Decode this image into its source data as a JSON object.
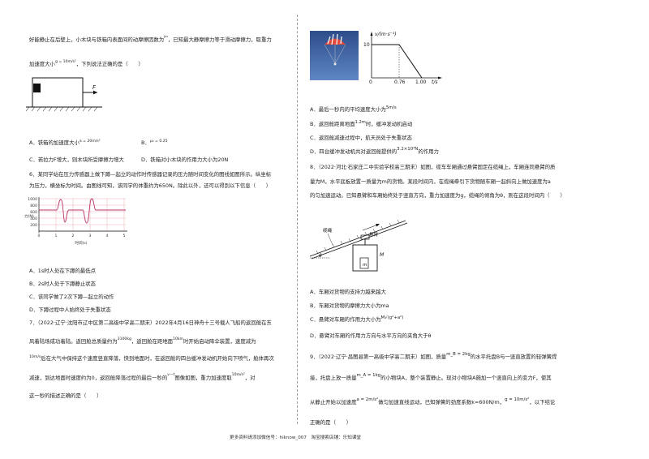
{
  "left": {
    "cont": {
      "l1a": "好能静止在后壁上，小木块与铁箱内表面间的动摩擦因数为",
      "mu1": "μ₁",
      "l1b": "，已知最大静摩擦力等于滑动摩擦力，取重力",
      "l2a": "加速度大小",
      "g": "g = 10m/s²",
      "l2b": "，下列说法正确的是（　　）",
      "F": "F",
      "optA": "A．铁箱的加速度大小",
      "optA_val": "a = 20m/s²",
      "optB": "B．",
      "optB_val": "μ₂ = 0.25",
      "optC": "C．若拉力F增大，则木块所受摩擦力增大",
      "optD": "D．铁箱对小木块的作用力大小为20N"
    },
    "q6": {
      "l1": "6．某同学站在压力传感器上做下蹲—起立的动作时传感器记录的压力随时间变化的图线如图所示。纵坐标",
      "l2": "为压力，横坐标为时间。由图线可知，该同学的体重约为650N。除此以外，还可以得到以下信息（　　）",
      "chart_y": "力(N)",
      "chart_x": "时间(s)",
      "ticks_y": [
        "1000",
        "800",
        "600",
        "400",
        "200"
      ],
      "ticks_x": [
        "0",
        "1",
        "2",
        "3",
        "4",
        "5"
      ],
      "optA": "A．1s时人处在下蹲的最低点",
      "optB": "B．2s时人处于下蹲静止状态",
      "optC": "C．该同学做了2次下蹲—起立的动作",
      "optD": "D．下蹲过程中人始终处于失重状态"
    },
    "q7": {
      "l1a": "7．（2022·辽宁·沈阳市辽中区第二高级中学高二期末）2022年4月16日神舟十三号载人飞船的返回舱在东",
      "l2a": "风着陆场成功着陆。返回舱总质量约为",
      "mass": "3100kg",
      "l2b": "，返回舱在距地面",
      "dist": "10km",
      "l2c": "时开始启动降伞装置，速度减为",
      "l3a": "10m/s",
      "l3b": "后在大气中保持这个速度竖直降落，快到地面时，在返回舱的四台缓冲发动机开始向下喷气，舱体再次",
      "l4a": "减速，到达地面时速度约为0，返回舱降落过程的最后一秒的",
      "vt": "v－t",
      "l4b": "图像如图，重力加速度取",
      "gval": "10m/s²",
      "l4c": "，对",
      "l5": "这一秒的描述正确的是（　　）"
    },
    "footer": "更多资料请添加微信号：hiknow_007　淘宝搜索店铺：乐知课堂"
  },
  "right": {
    "vt": {
      "ylabel": "v/(m·s⁻¹)",
      "y10": "10",
      "x0": "0",
      "x076": "0.76",
      "x100": "1.00",
      "xlabel": "t/s"
    },
    "q7opts": {
      "optA_a": "A．最后一秒内的平均速度大小为",
      "optA_v": "5m/s",
      "optB_a": "B．返回舱距离地面",
      "optB_v": "1.2m",
      "optB_b": "时，缓冲发动机启动",
      "optC": "C．返回舱减速过程中，航天员处于失重状态",
      "optD_a": "D．四台缓冲发动机共对返回舱提供的",
      "optD_v": "3.2×10⁴N",
      "optD_b": "的作用力"
    },
    "q8": {
      "l1": "8．（2022·河北·石家庄二中实验学校高三期末）如图，缆车车厢通过悬臂固定在缆绳上，车厢连同悬臂的质",
      "l2": "量为M，水平底板放置一质量为m的货物。某段时间内，在缆绳牵引下货物随车厢一起斜向上做加速度为a",
      "l3": "的匀加速运动。已知悬臂和车厢始终处于竖直方向，重力加速度为g，缆绳的倾角为θ，则在这段时间内（　　）",
      "lbl_rope": "缆绳",
      "lbl_arm": "悬臂",
      "lbl_theta": "θ",
      "lbl_m": "m",
      "lbl_M": "M",
      "optA": "A．车厢对货物的支持力越来越大",
      "optB": "B．车厢对货物的摩擦力大小为ma",
      "optC_a": "C．悬臂对车厢的作用力大小为",
      "optC_v": "M√(g²+a²)",
      "optD": "D．悬臂对车厢的作用力方向与水平方向的夹角大于θ"
    },
    "q9": {
      "l1a": "9．（2022·辽宁·昌图县第一高级中学高二期末）如图，质量",
      "mB": "m_B = 2kg",
      "l1b": "的水平托盘B与一竖直放置的轻弹簧焊",
      "l2a": "接，托盘上放一质量",
      "mA": "m_A = 1kg",
      "l2b": "的小物块A，整个装置静止。现对小物块A施加一个竖直向上的变力F，使其",
      "l3a": "从静止开始以加速度",
      "acc": "a = 2m/s²",
      "l3b": "做匀加速直线运动，已知弹簧的劲度系数k=600N/m，",
      "g": "g = 10m/s²",
      "l3c": "，以下结论",
      "l4": "正确的是（　　）"
    }
  }
}
